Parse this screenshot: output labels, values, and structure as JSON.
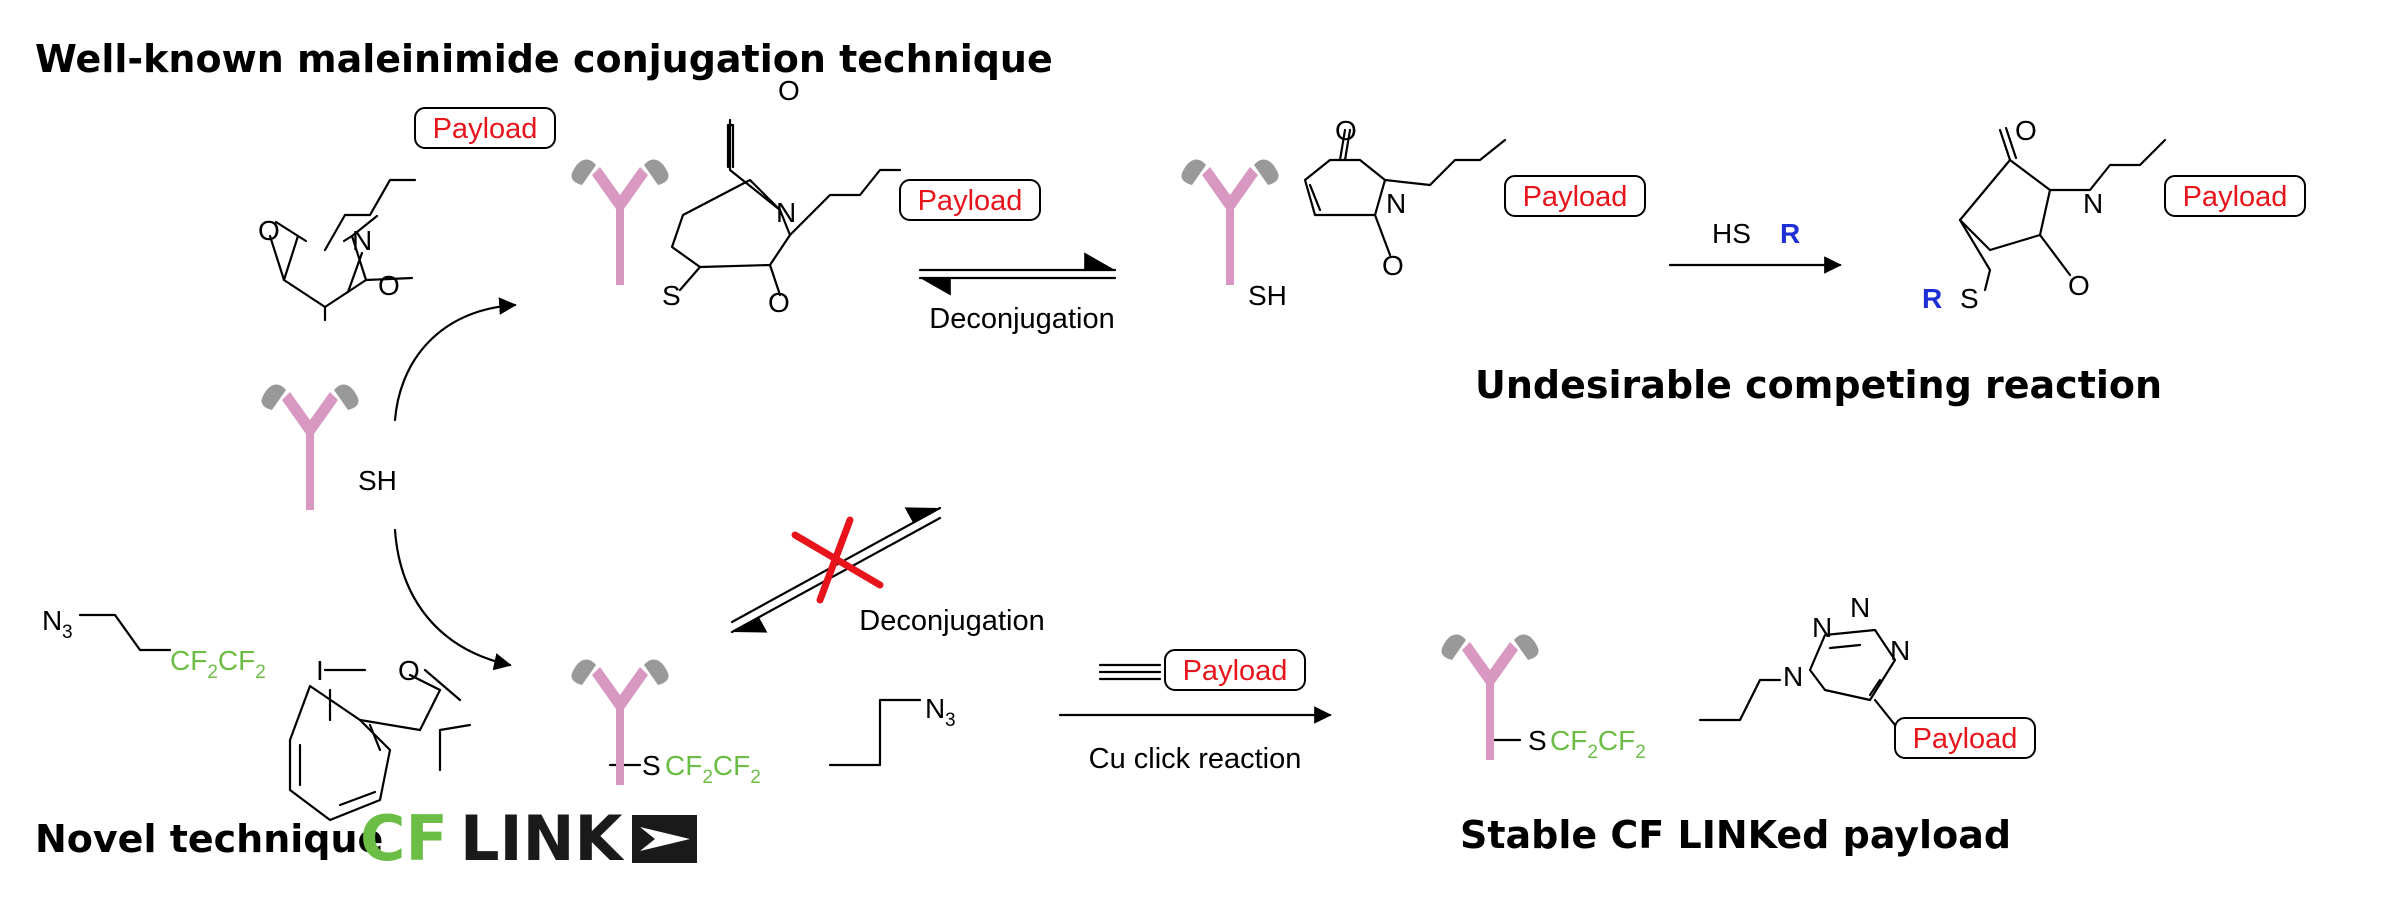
{
  "headings": {
    "top": "Well-known maleinimide conjugation technique",
    "undesirable": "Undesirable competing reaction",
    "novel": "Novel technique",
    "stable": "Stable CF LINKed payload"
  },
  "logo": {
    "cf": "CF",
    "link": "LINK",
    "green": "#6cbd45",
    "black": "#1a1a1a"
  },
  "payload_label": "Payload",
  "atoms": {
    "O": "O",
    "N": "N",
    "S": "S",
    "SH": "SH",
    "HS": "HS",
    "R": "R",
    "I": "I",
    "N3": "N",
    "N3_sub": "3",
    "CF": "CF",
    "CF_sub": "2"
  },
  "arrow_labels": {
    "deconjugation_top": "Deconjugation",
    "deconjugation_bottom": "Deconjugation",
    "cu_click": "Cu click reaction"
  },
  "colors": {
    "payload_text": "#e8141c",
    "fluoro_green": "#6cbd45",
    "r_blue": "#1f2fd6",
    "antibody_pink": "#d898c2",
    "antibody_gray": "#999999",
    "cross_red": "#e8141c"
  }
}
